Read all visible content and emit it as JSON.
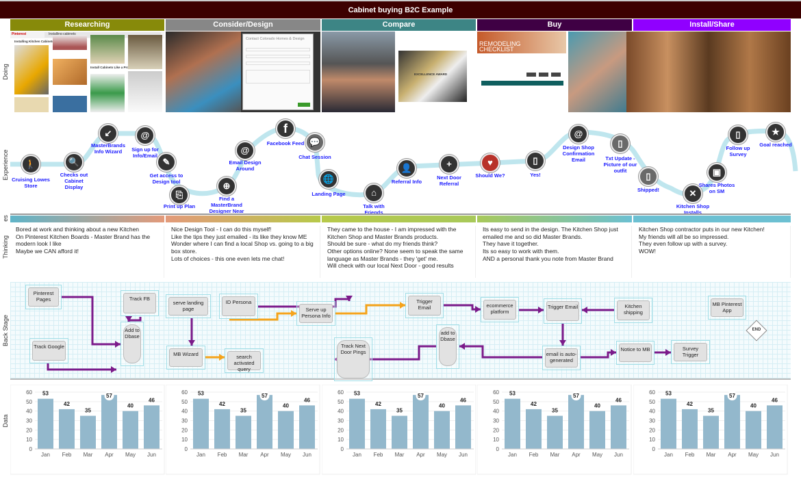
{
  "title": "Cabinet buying B2C Example",
  "phases": [
    {
      "label": "Researching",
      "color": "#878a0a"
    },
    {
      "label": "Consider/Design",
      "color": "#878787"
    },
    {
      "label": "Compare",
      "color": "#3d8585"
    },
    {
      "label": "Buy",
      "color": "#3f0044"
    },
    {
      "label": "Install/Share",
      "color": "#9000ff"
    }
  ],
  "row_labels": {
    "doing": "Doing",
    "experience": "Experience",
    "emotions": "es",
    "thinking": "Thinking",
    "backstage": "Back Stage",
    "data": "Data"
  },
  "doing": {
    "pinterest_brand": "Pinterest",
    "pinterest_search": "Installing cabinets",
    "pin_caption_1": "Installing Kitchen Cabinets",
    "pin_caption_2": "Install Cabinets Like a Pro!",
    "contact_form_title": "Contact Colorado Homes & Design",
    "award_text": "EXCELLENCE AWARD",
    "checklist_title": "REMODELING CHECKLIST"
  },
  "experience": [
    {
      "label": "Cruising Lowes\nStore",
      "icon": "hikers-icon"
    },
    {
      "label": "Checks out\nCabinet\nDisplay",
      "icon": "magnifier-icon"
    },
    {
      "label": "MasterBrands\nInfo Wizard",
      "icon": "wizard-icon"
    },
    {
      "label": "Sign up for\nInfo/Email",
      "icon": "at-icon"
    },
    {
      "label": "Get access to\nDesign tool",
      "icon": "design-tools-icon"
    },
    {
      "label": "Print up Plan",
      "icon": "pdf-icon"
    },
    {
      "label": "Find a\nMasterBrand\nDesigner Near",
      "icon": "target-icon"
    },
    {
      "label": "Email Design\nAround",
      "icon": "email-attach-icon"
    },
    {
      "label": "Facebook Feed",
      "icon": "facebook-icon"
    },
    {
      "label": "Chat Session",
      "icon": "chat-icon"
    },
    {
      "label": "Landing Page",
      "icon": "globe-page-icon"
    },
    {
      "label": "Talk with\nFriends",
      "icon": "house-icon"
    },
    {
      "label": "Referral Info",
      "icon": "user-speech-icon"
    },
    {
      "label": "Next Door\nReferral",
      "icon": "add-user-icon"
    },
    {
      "label": "Should We?",
      "icon": "heart-icon"
    },
    {
      "label": "Yes!",
      "icon": "card-payment-icon"
    },
    {
      "label": "Design Shop\nConfirmation\nEmail",
      "icon": "email-attach-icon"
    },
    {
      "label": "Txt Update -\nPicture of our\noutfit",
      "icon": "phone-icon"
    },
    {
      "label": "Shipped!",
      "icon": "phone-icon"
    },
    {
      "label": "Kitchen Shop\nInstalls",
      "icon": "tools-icon"
    },
    {
      "label": "Shares Photos\non SM",
      "icon": "photo-share-icon"
    },
    {
      "label": "Follow up\nSurvey",
      "icon": "phone-survey-icon"
    },
    {
      "label": "Goal reached",
      "icon": "star-icon"
    }
  ],
  "emotion_colors": [
    "#5fb4c8",
    "#e39a7a",
    "#b7c94a",
    "#a8c95a",
    "#6cc0d2"
  ],
  "thinking": [
    "Bored at work and thinking  about a new Kitchen\nOn Pinterest Kitchen Boards - Master Brand has the modern  look I like\nMaybe we CAN afford it!",
    "Nice Design  Tool - I can do this myself!\nLike the tips they just emailed  - its like they know ME\nWonder where I can find a local Shop vs. going  to a big box store.\nLots of choices  - this one even lets me chat!",
    "They came to the house  - I am impressed  with the Kitchen Shop and Master Brands products.\nShould be sure - what do my friends  think?\nOther options online?  None  seem to speak  the same language  as Master Brands  - they 'get' me.\nWill check with our local Next Door - good results",
    "Its easy to send in the design.  The Kitchen Shop just emailed  me and so did Master Brands.\nThey have it together.\nIts so easy to work with them.\nAND a personal  thank you note from Master Brand",
    "Kitchen Shop contractor puts in our new Kitchen!\nMy friends  will all be so impressed.\nThey even follow up with a survey.\nWOW!"
  ],
  "backstage": {
    "nodes": [
      "Pinterest Pages",
      "Track FB",
      "Add to\nDbase",
      "Track Google",
      "serve  landing\npage",
      "MB Wizard",
      "search\nactivated  query",
      "ID Persona",
      "Serve  up\nPersona Info",
      "Track Next\nDoor Pings",
      "Trigger\nEmail",
      "ecommerce\nplatform",
      "Trigger  Email",
      "Kitchen\nshipping",
      "MB Pinterest\nApp",
      "add  to\nDbase",
      "email is auto-\ngenerated",
      "Notice to MB",
      "Survey\nTrigger"
    ],
    "end_label": "END",
    "colors": {
      "primary_flow": "#7b1a8a",
      "secondary_flow": "#f5a31a"
    }
  },
  "chart_data": [
    {
      "type": "bar",
      "categories": [
        "Jan",
        "Feb",
        "Mar",
        "Apr",
        "May",
        "Jun"
      ],
      "values": [
        53,
        42,
        35,
        57,
        40,
        46
      ],
      "ylabel": "Data",
      "ylim": [
        0,
        60
      ],
      "yticks": [
        0,
        10,
        20,
        30,
        40,
        50,
        60
      ],
      "bar_color": "#93b8cc",
      "highlight": "Apr"
    },
    {
      "type": "bar",
      "categories": [
        "Jan",
        "Feb",
        "Mar",
        "Apr",
        "May",
        "Jun"
      ],
      "values": [
        53,
        42,
        35,
        57,
        40,
        46
      ],
      "ylim": [
        0,
        60
      ],
      "yticks": [
        0,
        10,
        20,
        30,
        40,
        50,
        60
      ],
      "bar_color": "#93b8cc",
      "highlight": "Apr"
    },
    {
      "type": "bar",
      "categories": [
        "Jan",
        "Feb",
        "Mar",
        "Apr",
        "May",
        "Jun"
      ],
      "values": [
        53,
        42,
        35,
        57,
        40,
        46
      ],
      "ylim": [
        0,
        60
      ],
      "yticks": [
        0,
        10,
        20,
        30,
        40,
        50,
        60
      ],
      "bar_color": "#93b8cc",
      "highlight": "Apr"
    },
    {
      "type": "bar",
      "categories": [
        "Jan",
        "Feb",
        "Mar",
        "Apr",
        "May",
        "Jun"
      ],
      "values": [
        53,
        42,
        35,
        57,
        40,
        46
      ],
      "ylim": [
        0,
        60
      ],
      "yticks": [
        0,
        10,
        20,
        30,
        40,
        50,
        60
      ],
      "bar_color": "#93b8cc",
      "highlight": "Apr"
    },
    {
      "type": "bar",
      "categories": [
        "Jan",
        "Feb",
        "Mar",
        "Apr",
        "May",
        "Jun"
      ],
      "values": [
        53,
        42,
        35,
        57,
        40,
        46
      ],
      "ylim": [
        0,
        60
      ],
      "yticks": [
        0,
        10,
        20,
        30,
        40,
        50,
        60
      ],
      "bar_color": "#93b8cc",
      "highlight": "Apr"
    }
  ]
}
